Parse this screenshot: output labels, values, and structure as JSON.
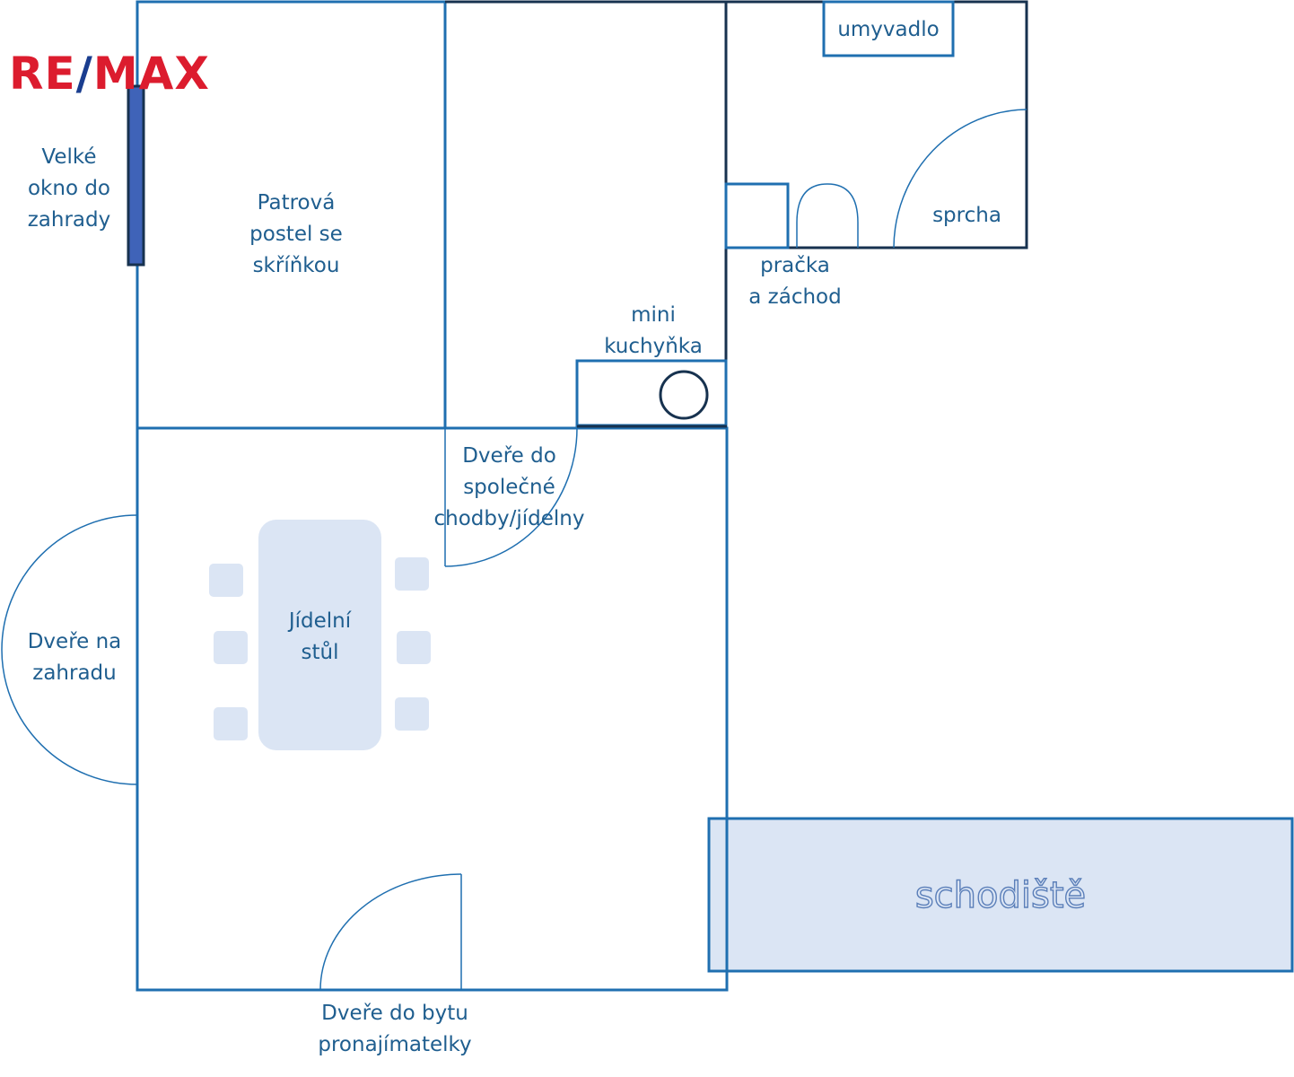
{
  "logo": {
    "part1": "RE",
    "slash": "/",
    "part2": "MAX"
  },
  "labels": {
    "window": "Velké\nokno do\nzahrady",
    "bunk_bed": "Patrová\npostel se\nskříňkou",
    "washbasin": "umyvadlo",
    "shower": "sprcha",
    "washer_wc": "pračka\na záchod",
    "kitchen": "mini\nkuchyňka",
    "corridor_door": "Dveře do\nspolečné\nchodby/jídelny",
    "garden_door": "Dveře na\nzahradu",
    "table": "Jídelní\nstůl",
    "staircase": "schodiště",
    "landlord_door": "Dveře do bytu\npronajímatelky"
  },
  "colors": {
    "wall": "#1f6fb0",
    "dark_wall": "#17324f",
    "label": "#1f5e8f",
    "furniture_fill": "#dbe5f4",
    "window_fill": "#3f63b8",
    "logo_red": "#dc1c2e",
    "logo_blue": "#1a3d8f"
  }
}
